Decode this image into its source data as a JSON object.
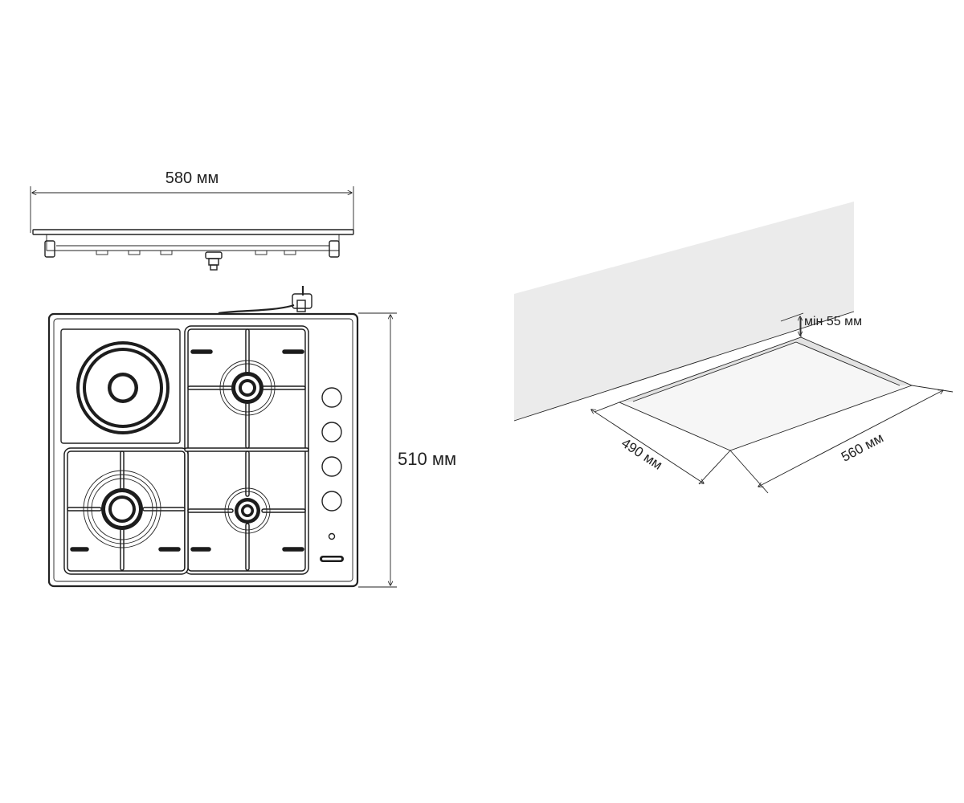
{
  "dimensions": {
    "width": "580 мм",
    "depth": "510 мм",
    "min_gap": "мін 55 мм",
    "cutout_depth": "490 мм",
    "cutout_width": "560 мм"
  },
  "colors": {
    "line": "#222222",
    "wall": "#ebebeb",
    "cutout_inner": "#f4f4f4"
  },
  "icons": {
    "top_view": "gas-hob-top-view",
    "side_view": "gas-hob-side-view",
    "install": "countertop-cutout-diagram"
  }
}
